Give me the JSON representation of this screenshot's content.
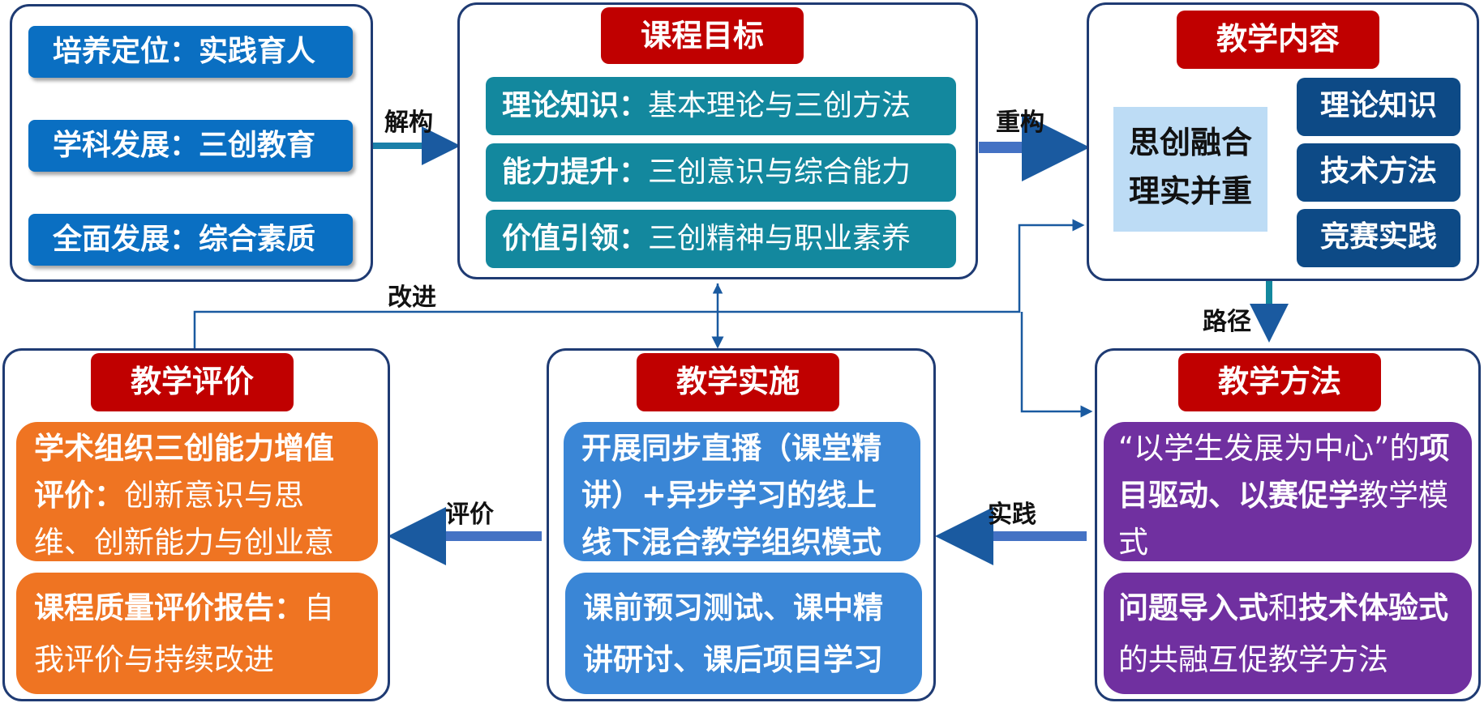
{
  "left_top": {
    "items": [
      "培养定位：实践育人",
      "学科发展：三创教育",
      "全面发展：综合素质"
    ]
  },
  "goals": {
    "title": "课程目标",
    "rows": [
      {
        "head": "理论知识",
        "sep": "：",
        "body": "基本理论与三创方法"
      },
      {
        "head": "能力提升",
        "sep": "：",
        "body": "三创意识与综合能力"
      },
      {
        "head": "价值引领",
        "sep": "：",
        "body": "三创精神与职业素养"
      }
    ]
  },
  "content": {
    "title": "教学内容",
    "side_line1": "思创融合",
    "side_line2": "理实并重",
    "items": [
      "理论知识",
      "技术方法",
      "竞赛实践"
    ]
  },
  "evaluation": {
    "title": "教学评价",
    "box1_bold": "学术组织三创能力增值评价",
    "box1_sep": "：",
    "box1_rest": "创新意识与思维、创新能力与创业意识",
    "box2_bold": "课程质量评价报告",
    "box2_sep": "：",
    "box2_rest": "自我评价与持续改进"
  },
  "implementation": {
    "title": "教学实施",
    "box1": "开展同步直播（课堂精讲）+异步学习的线上线下混合教学组织模式",
    "box2": "课前预习测试、课中精讲研讨、课后项目学习"
  },
  "methods": {
    "title": "教学方法",
    "box1_a": "“以学生发展为中心”的",
    "box1_b": "项目驱动、以赛促学",
    "box1_c": "教学模式",
    "box2_a": "问题导入式",
    "box2_b": "和",
    "box2_c": "技术体验式",
    "box2_d": "的共融互促教学方法"
  },
  "labels": {
    "deconstruct": "解构",
    "reconstruct": "重构",
    "improve": "改进",
    "path": "路径",
    "practice": "实践",
    "evaluate": "评价"
  },
  "colors": {
    "panel_border": "#1f3b73",
    "title_red": "#c00000",
    "teal": "#13889e",
    "navy": "#0d4a86",
    "orange": "#ef7422",
    "blue": "#3a86d6",
    "purple": "#7030a0",
    "arrow": "#3a6fb5"
  }
}
